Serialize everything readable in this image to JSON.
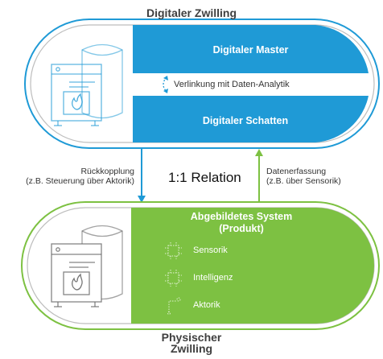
{
  "colors": {
    "blue": "#1f9ad6",
    "green": "#7dc142",
    "outline_gray": "#bdbdbd"
  },
  "top": {
    "title": "Digitaler Zwilling",
    "master": "Digitaler Master",
    "link": "Verlinkung mit Daten-Analytik",
    "shadow": "Digitaler Schatten"
  },
  "middle": {
    "left_line1": "Rückkopplung",
    "left_line2": "(z.B. Steuerung über Aktorik)",
    "relation": "1:1 Relation",
    "right_line1": "Datenerfassung",
    "right_line2": "(z.B. über Sensorik)"
  },
  "bottom": {
    "title_line1": "Abgebildetes System",
    "title_line2": "(Produkt)",
    "items": [
      {
        "label": "Sensorik",
        "icon": "chip-icon"
      },
      {
        "label": "Intelligenz",
        "icon": "ai-chip-icon"
      },
      {
        "label": "Aktorik",
        "icon": "actuator-icon"
      }
    ],
    "caption_line1": "Physischer",
    "caption_line2": "Zwilling"
  }
}
